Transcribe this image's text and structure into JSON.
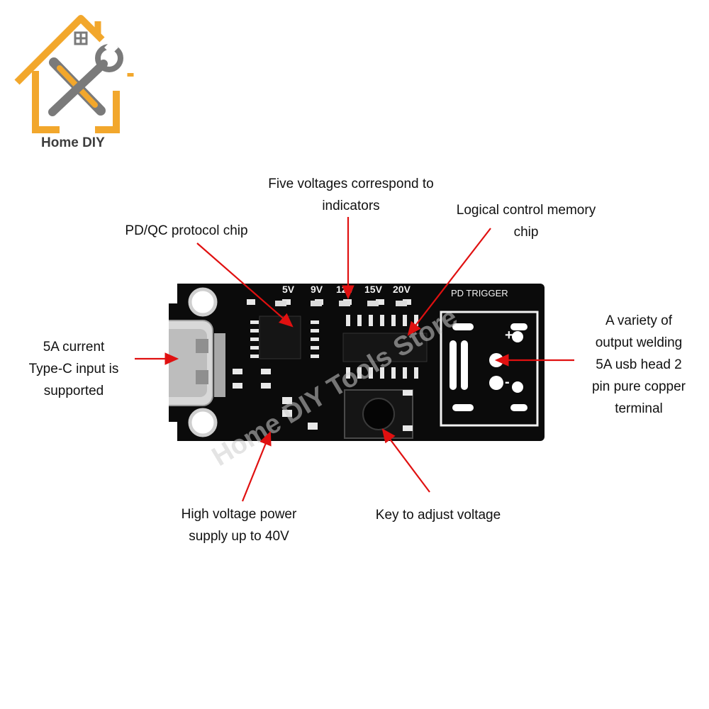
{
  "logo": {
    "brand_name": "Home DIY"
  },
  "board": {
    "voltage_marks": [
      "5V",
      "9V",
      "12V",
      "15V",
      "20V"
    ],
    "title_silk": "PD TRIGGER",
    "plus_mark": "+",
    "minus_mark": "-"
  },
  "watermark": "Home DIY Tools Store",
  "annotations": {
    "indicators": [
      "Five voltages correspond to",
      "indicators"
    ],
    "pd_chip": [
      "PD/QC protocol chip"
    ],
    "memory_chip": [
      "Logical control memory",
      "chip"
    ],
    "typec": [
      "5A current",
      "Type-C input is",
      "supported"
    ],
    "terminal": [
      "A variety of",
      "output welding",
      "5A usb head 2",
      "pin pure copper",
      "terminal"
    ],
    "power": [
      "High voltage power",
      "supply up to 40V"
    ],
    "key": [
      "Key to adjust voltage"
    ]
  },
  "colors": {
    "arrow": "#e01010",
    "logo_orange": "#f2a72c",
    "logo_gray": "#7a7a7a",
    "board": "#0b0b0b"
  }
}
